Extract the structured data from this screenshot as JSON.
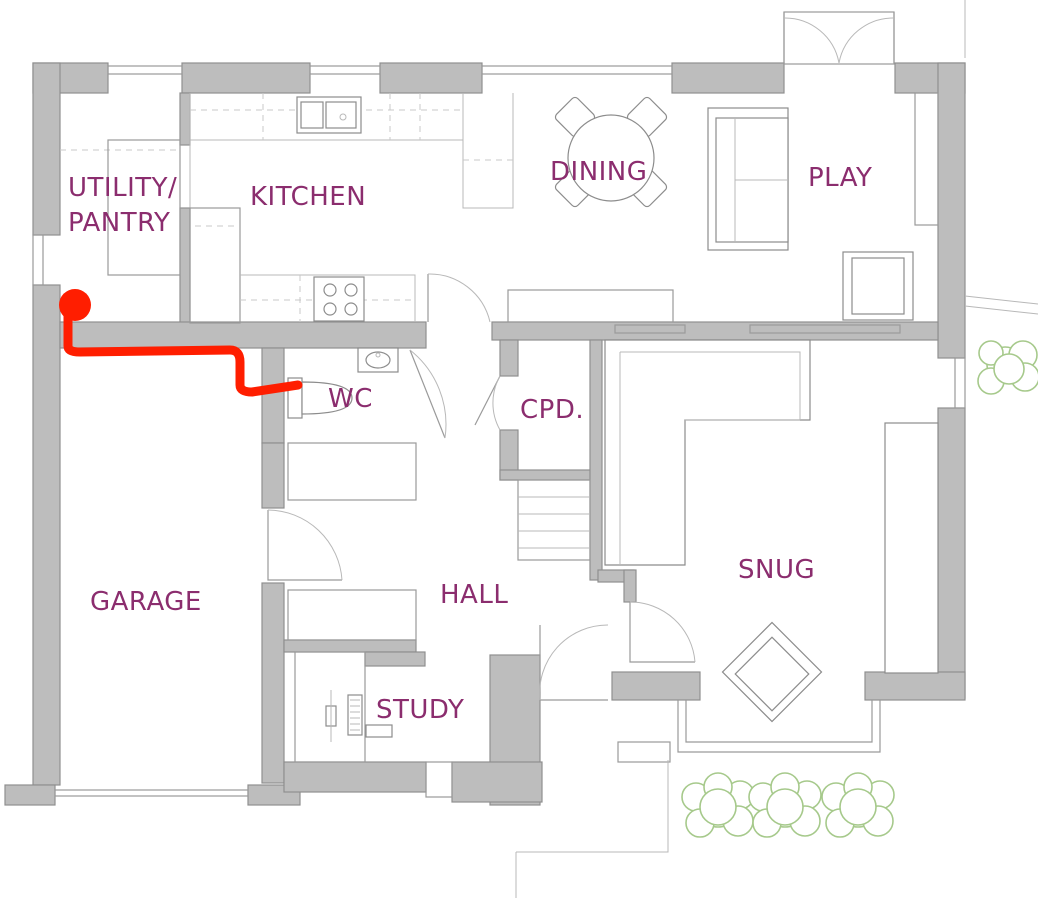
{
  "colors": {
    "label": "#8b2d6e",
    "route": "#ff1e00",
    "wall_fill": "#bdbdbd",
    "wall_stroke": "#8f8f8f",
    "foliage": "#a6c98b"
  },
  "rooms": {
    "utility_line1": "UTILITY/",
    "utility_line2": "PANTRY",
    "kitchen": "KITCHEN",
    "dining": "DINING",
    "play": "PLAY",
    "wc": "WC",
    "cupboard": "CPD.",
    "snug": "SNUG",
    "garage": "GARAGE",
    "hall": "HALL",
    "study": "STUDY"
  },
  "markers": {
    "route_start": "red-dot",
    "route_path": "red-route-line"
  }
}
